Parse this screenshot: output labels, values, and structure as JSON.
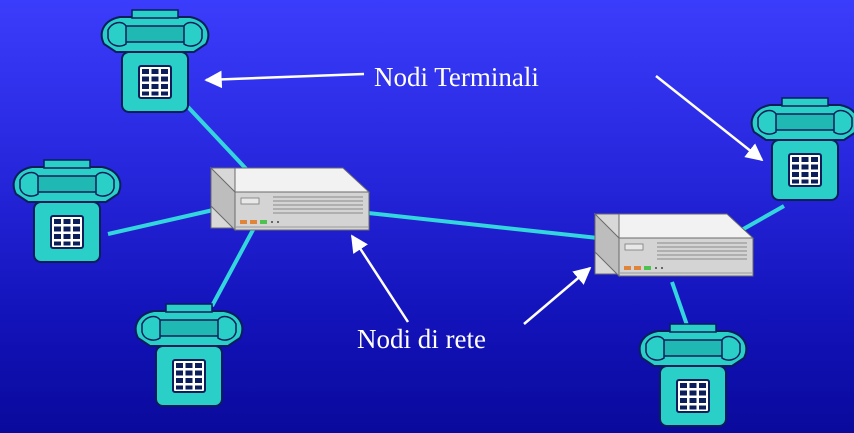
{
  "diagram": {
    "labels": {
      "terminal_nodes": "Nodi Terminali",
      "network_nodes": "Nodi di rete"
    },
    "colors": {
      "background_top": "#3b3dfc",
      "background_bottom": "#0a0a9c",
      "link": "#33d6dc",
      "phone_body": "#2ad0c8",
      "phone_outline": "#0b1e5a",
      "router_body": "#d6d6d6",
      "arrow": "#ffffff"
    },
    "nodes": [
      {
        "id": "phone-1",
        "type": "terminal",
        "icon": "telephone-icon"
      },
      {
        "id": "phone-2",
        "type": "terminal",
        "icon": "telephone-icon"
      },
      {
        "id": "phone-3",
        "type": "terminal",
        "icon": "telephone-icon"
      },
      {
        "id": "phone-4",
        "type": "terminal",
        "icon": "telephone-icon"
      },
      {
        "id": "phone-5",
        "type": "terminal",
        "icon": "telephone-icon"
      },
      {
        "id": "switch-1",
        "type": "network",
        "icon": "network-switch-icon"
      },
      {
        "id": "switch-2",
        "type": "network",
        "icon": "network-switch-icon"
      }
    ],
    "links": [
      {
        "from": "phone-1",
        "to": "switch-1"
      },
      {
        "from": "phone-2",
        "to": "switch-1"
      },
      {
        "from": "phone-3",
        "to": "switch-1"
      },
      {
        "from": "switch-1",
        "to": "switch-2"
      },
      {
        "from": "phone-4",
        "to": "switch-2"
      },
      {
        "from": "phone-5",
        "to": "switch-2"
      }
    ],
    "arrows": [
      {
        "label": "terminal_nodes",
        "to": "phone-1"
      },
      {
        "label": "terminal_nodes",
        "to": "phone-4"
      },
      {
        "label": "network_nodes",
        "to": "switch-1"
      },
      {
        "label": "network_nodes",
        "to": "switch-2"
      }
    ]
  }
}
